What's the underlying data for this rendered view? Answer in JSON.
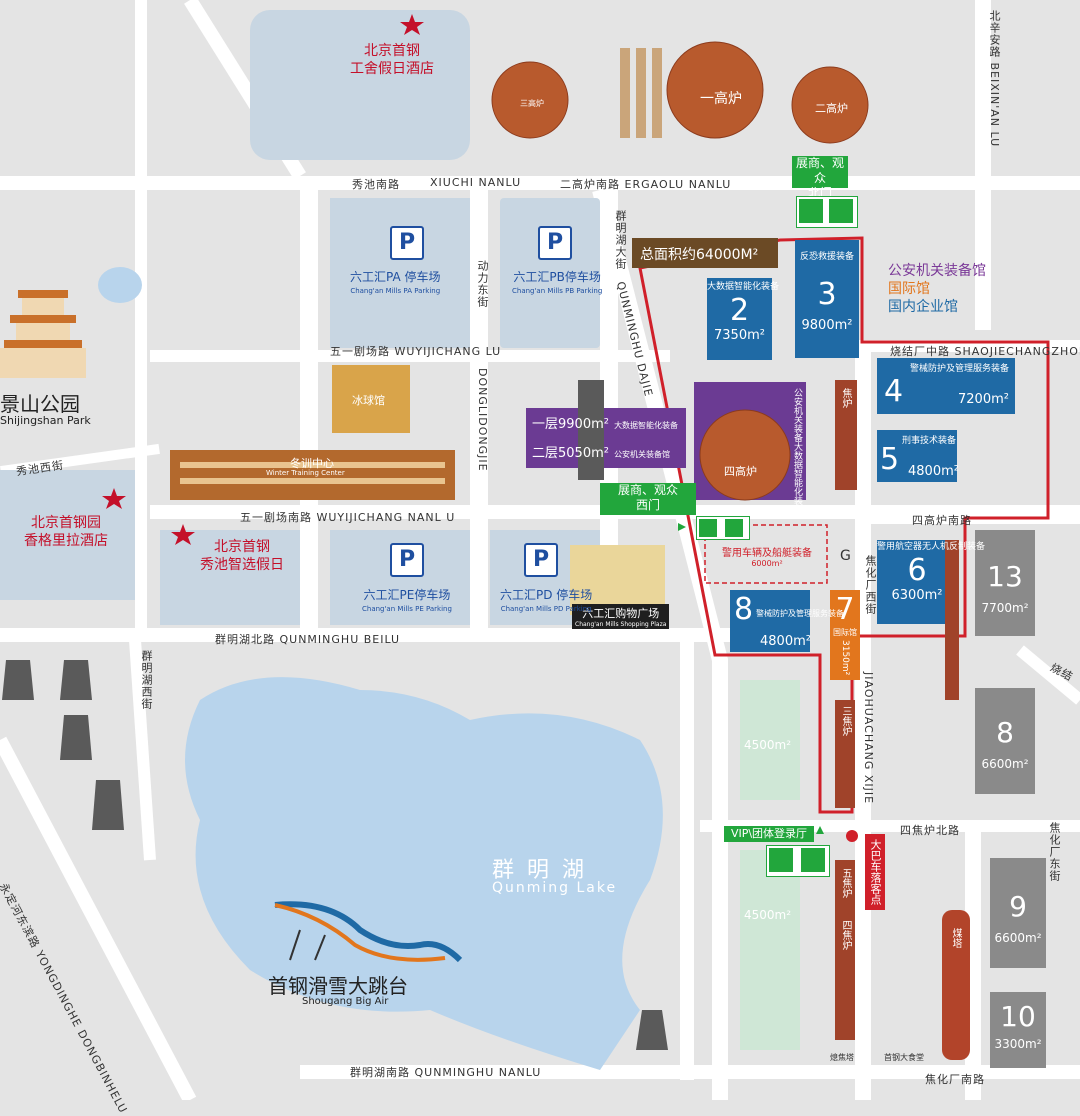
{
  "roads": {
    "xiuchi_nanlu_cn": "秀池南路",
    "xiuchi_nanlu_en": "XIUCHI NANLU",
    "ergaolu_nanlu": "二高炉南路 ERGAOLU NANLU",
    "xiuchi_xijie": "秀池西街",
    "wuyi_jcl": "五一剧场路 WUYIJICHANG LU",
    "wuyi_jcnl": "五一剧场南路 WUYIJICHANG NANL U",
    "dongli_dongjie_cn": "动力东街",
    "dongli_dongjie_en": "DONGLIDONGJIE",
    "qunminghu_dajie_cn": "群明湖大街",
    "qunminghu_dajie_en": "QUNMINGHU DAJIE",
    "qunminghu_beilu": "群明湖北路 QUNMINGHU BEILU",
    "qunminghu_nanlu": "群明湖南路 QUNMINGHU NANLU",
    "shaojie_changzhonglu": "烧结厂中路 SHAOJIECHANGZHONG",
    "sigaolu_nanlu": "四高炉南路",
    "sijiaolu_beilu": "四焦炉北路",
    "jiaohuachang_xijie": "焦化厂西街",
    "jiaohuachang_xijie_en": "JIAOHUACHANG XIJIE",
    "jiaohuachang_dongjie": "焦化厂东街",
    "jiaohuachang_nanlu": "焦化厂南路",
    "beixinan_lu": "北辛安路 BEIXIN'AN LU",
    "qunming_xijie": "群明湖西街",
    "yongding_dongbinlu": "永定河东滨路 YONGDINGHE DONGBINHELU"
  },
  "landmarks": {
    "hotel_holiday": [
      "北京首钢",
      "工舍假日酒店"
    ],
    "hotel_shangri": [
      "北京首钢园",
      "香格里拉酒店"
    ],
    "hotel_xiuchi": [
      "北京首钢",
      "秀池智选假日"
    ],
    "park_cn": "景山公园",
    "park_en": "Shijingshan Park",
    "lake_cn": "群 明 湖",
    "lake_en": "Qunming Lake",
    "bigair_cn": "首钢滑雪大跳台",
    "bigair_en": "Shougang Big Air",
    "ice_hall": "冰球馆",
    "winter_center_cn": "冬训中心",
    "winter_center_en": "Winter Training Center",
    "shopping_cn": "六工汇购物广场",
    "shopping_en": "Chang'an Mills Shopping Plaza"
  },
  "parkings": [
    {
      "cn": "六工汇PA 停车场",
      "en": "Chang'an Mills PA Parking"
    },
    {
      "cn": "六工汇PB停车场",
      "en": "Chang'an Mills PB Parking"
    },
    {
      "cn": "六工汇PE停车场",
      "en": "Chang'an Mills PE Parking"
    },
    {
      "cn": "六工汇PD 停车场",
      "en": "Chang'an Mills PD Parking"
    }
  ],
  "parking_symbol": "P",
  "total_area": "总面积约64000M²",
  "gates": {
    "north": [
      "展商、观众",
      "北门"
    ],
    "west": [
      "展商、观众",
      "西门"
    ],
    "vip": "VIP\\团体登录厅",
    "bus_stop": "大巴车落客点"
  },
  "legend": {
    "line1": "公安机关装备馆",
    "line2": "国际馆",
    "line3": "国内企业馆",
    "colors": {
      "line1": "#7b3a98",
      "line2": "#e2761d",
      "line3": "#1f6aa5"
    }
  },
  "halls": [
    {
      "num": "2",
      "desc": "大数据智能化装备",
      "area": "7350m²"
    },
    {
      "num": "3",
      "desc": "反恐救援装备",
      "area": "9800m²"
    },
    {
      "num": "4",
      "desc": "警械防护及管理服务装备",
      "area": "7200m²"
    },
    {
      "num": "5",
      "desc": "刑事技术装备",
      "area": "4800m²"
    },
    {
      "num": "6",
      "desc": "警用航空器无人机反制装备",
      "area": "6300m²"
    },
    {
      "num": "7",
      "desc": "国际馆",
      "area": "3150m²"
    },
    {
      "num": "8",
      "desc": "警械防护及管理服务装备",
      "area": "4800m²"
    }
  ],
  "hall1": {
    "floor1_area": "一层9900m²",
    "floor1_desc": "大数据智能化装备",
    "floor2_area": "二层5050m²",
    "floor2_desc": "公安机关装备馆",
    "tower_label": "公安机关装备大数据智能化装备"
  },
  "vehicle_zone": {
    "label": "警用车辆及船艇装备",
    "area": "6000m²"
  },
  "other_blocks": [
    {
      "num": "13",
      "area": "7700m²"
    },
    {
      "num": "8",
      "area": "6600m²"
    },
    {
      "num": "9",
      "area": "6600m²"
    },
    {
      "num": "10",
      "area": "3300m²"
    }
  ],
  "green_areas": [
    "4500m²",
    "4500m²"
  ],
  "furnaces": [
    "三高炉",
    "一高炉",
    "二高炉",
    "四高炉"
  ],
  "coke_ovens": [
    "焦炉",
    "三焦炉",
    "五焦炉",
    "四焦炉"
  ],
  "misc": {
    "g_label": "G",
    "quenching": "熄焦塔",
    "canteen": "首钢大食堂",
    "coal_tower": "煤塔",
    "shaojie_east": "烧结"
  },
  "brand_colors": {
    "blue": "#1f6aa5",
    "purple": "#6b3b93",
    "orange": "#e2761d",
    "red": "#d0202a",
    "green": "#22a63c",
    "brown": "#6b4a25"
  }
}
